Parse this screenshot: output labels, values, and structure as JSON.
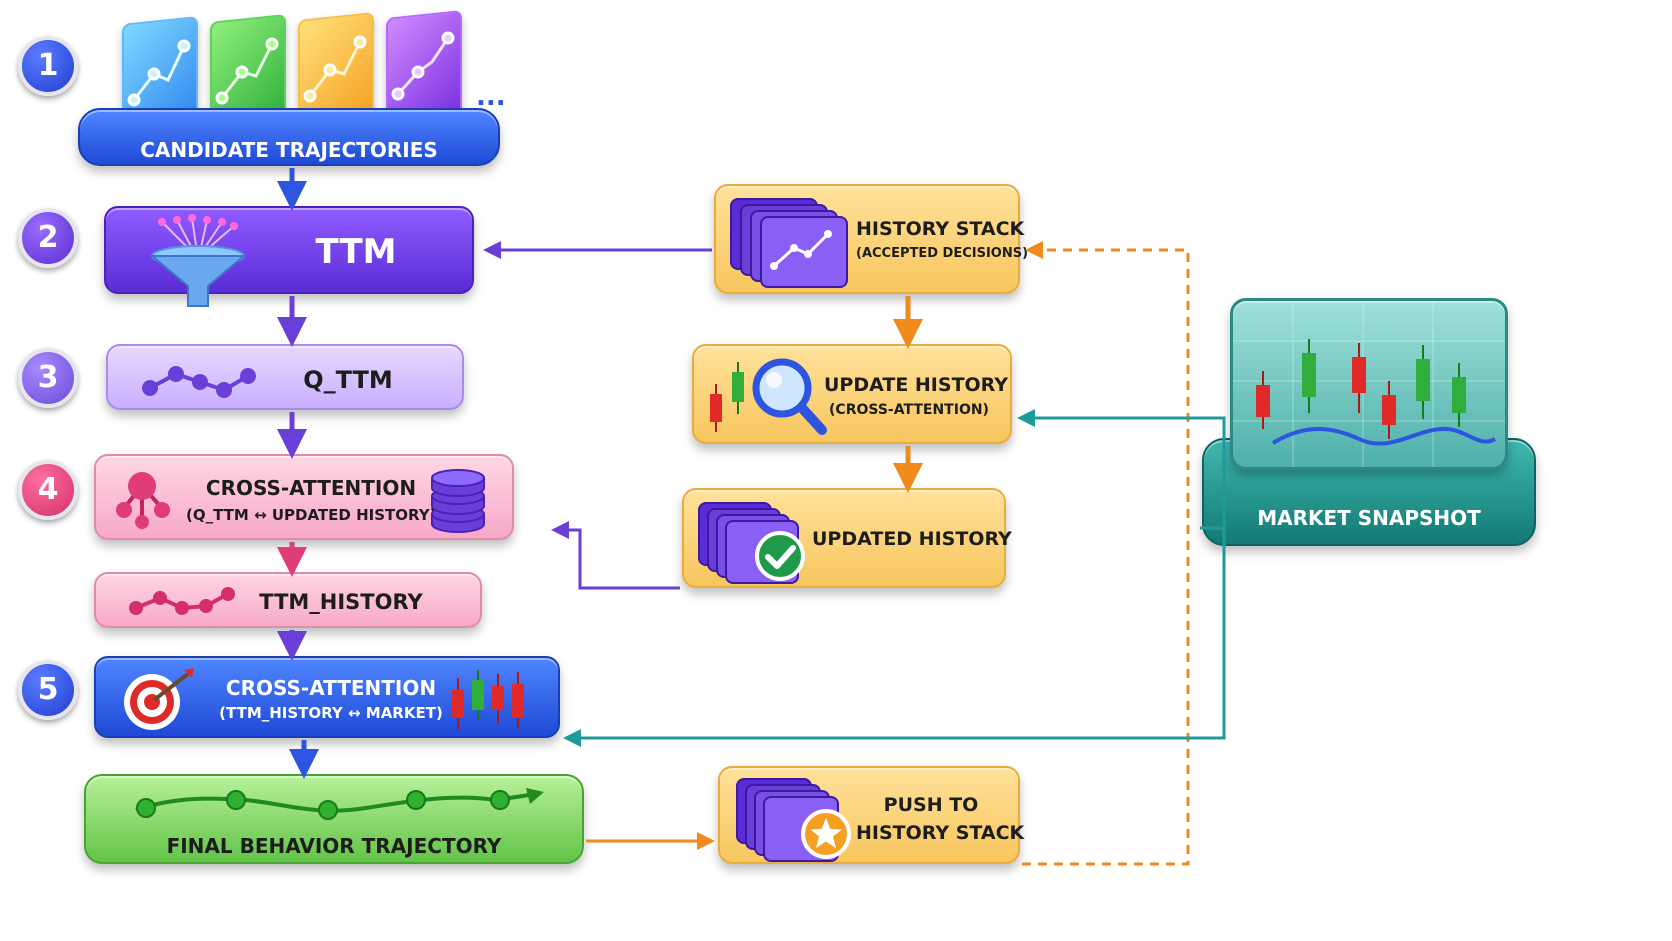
{
  "steps": [
    "1",
    "2",
    "3",
    "4",
    "5"
  ],
  "candidate": {
    "label": "CANDIDATE TRAJECTORIES",
    "ellipsis": "..."
  },
  "ttm": {
    "label": "TTM"
  },
  "qttm": {
    "label": "Q_TTM"
  },
  "cross1": {
    "title": "CROSS-ATTENTION",
    "subtitle": "(Q_TTM ↔ UPDATED HISTORY)"
  },
  "ttm_history": {
    "label": "TTM_HISTORY"
  },
  "cross2": {
    "title": "CROSS-ATTENTION",
    "subtitle": "(TTM_HISTORY ↔ MARKET)"
  },
  "final": {
    "label": "FINAL BEHAVIOR TRAJECTORY"
  },
  "history_stack": {
    "title": "HISTORY STACK",
    "subtitle": "(ACCEPTED DECISIONS)"
  },
  "update_history": {
    "title": "UPDATE HISTORY",
    "subtitle": "(CROSS-ATTENTION)"
  },
  "updated_history": {
    "label": "UPDATED HISTORY"
  },
  "push": {
    "line1": "PUSH TO",
    "line2": "HISTORY STACK"
  },
  "market": {
    "label": "MARKET SNAPSHOT"
  },
  "colors": {
    "purple_arrow": "#6a3fd8",
    "teal_arrow": "#1f9a9a",
    "orange_arrow": "#f08a1c",
    "blue_arrow": "#2d55e0"
  },
  "icons": [
    "funnel-icon",
    "magnifier-icon",
    "check-icon",
    "star-icon",
    "target-icon",
    "database-icon",
    "candlestick-icon",
    "network-icon"
  ]
}
